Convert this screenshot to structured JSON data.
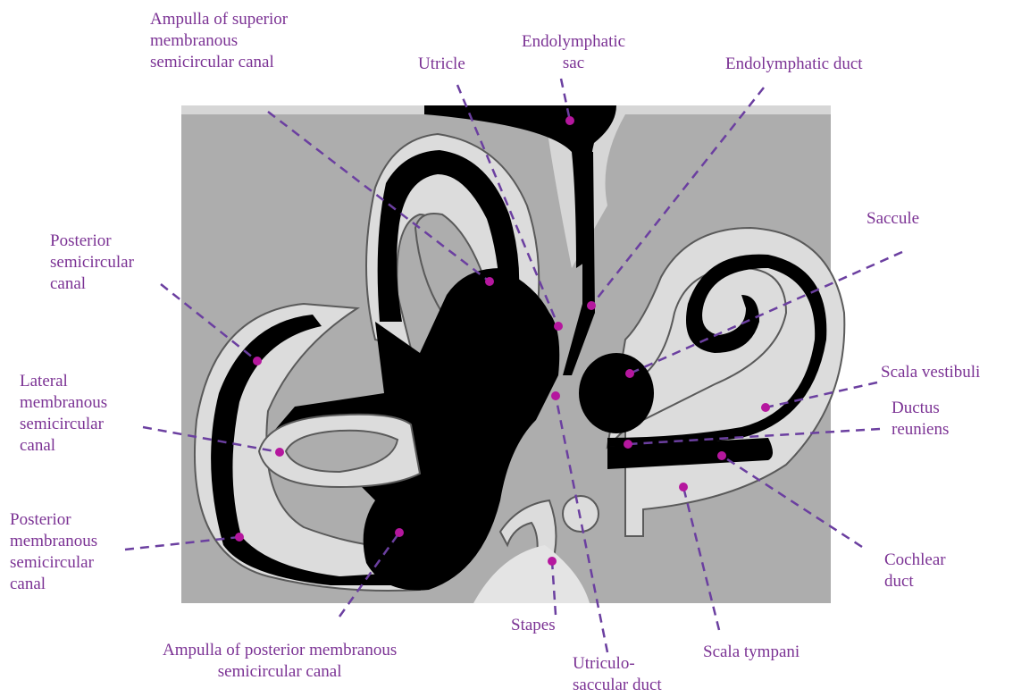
{
  "colors": {
    "label": "#7b3294",
    "leader": "#6b3fa0",
    "dot": "#b5179e",
    "bone": "#adadad",
    "perilymph": "#dcdcdc",
    "endolymph": "#000000",
    "outline": "#5a5a5a"
  },
  "labels": {
    "ampulla_superior": [
      "Ampulla of superior",
      "membranous",
      "semicircular canal"
    ],
    "utricle": [
      "Utricle"
    ],
    "endolymphatic_sac": [
      "Endolymphatic",
      "sac"
    ],
    "endolymphatic_duct": [
      "Endolymphatic duct"
    ],
    "posterior_canal": [
      "Posterior",
      "semicircular",
      "canal"
    ],
    "saccule": [
      "Saccule"
    ],
    "lateral_membranous": [
      "Lateral",
      "membranous",
      "semicircular",
      "canal"
    ],
    "scala_vestibuli": [
      "Scala vestibuli"
    ],
    "ductus_reuniens": [
      "Ductus",
      "reuniens"
    ],
    "posterior_membranous": [
      "Posterior",
      "membranous",
      "semicircular",
      "canal"
    ],
    "cochlear_duct": [
      "Cochlear",
      "duct"
    ],
    "stapes": [
      "Stapes"
    ],
    "ampulla_posterior": [
      "Ampulla of posterior membranous",
      "semicircular canal"
    ],
    "utriculo_saccular": [
      "Utriculo-",
      "saccular duct"
    ],
    "scala_tympani": [
      "Scala tympani"
    ]
  }
}
